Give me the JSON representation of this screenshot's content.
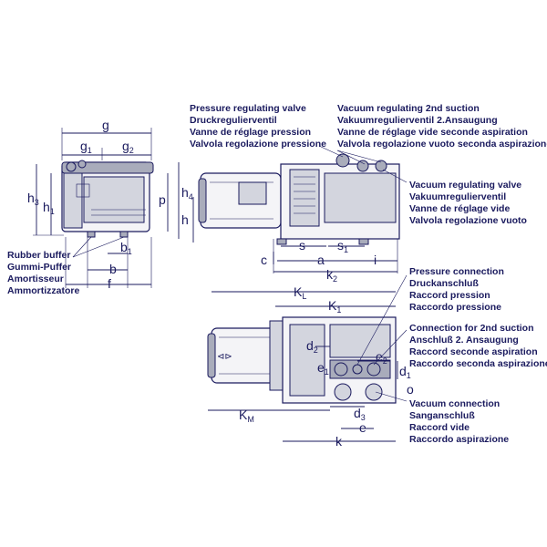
{
  "labels": {
    "pressure_valve": [
      "Pressure regulating valve",
      "Druckregulierventil",
      "Vanne de réglage pression",
      "Valvola regolazione pressione"
    ],
    "vacuum_2nd": [
      "Vacuum regulating 2nd suction",
      "Vakuumregulierventil 2.Ansaugung",
      "Vanne de réglage vide seconde aspiration",
      "Valvola regolazione vuoto seconda aspirazione"
    ],
    "vacuum_valve": [
      "Vacuum regulating valve",
      "Vakuumregulierventil",
      "Vanne de réglage vide",
      "Valvola regolazione vuoto"
    ],
    "rubber_buffer": [
      "Rubber buffer",
      "Gummi-Puffer",
      "Amortisseur",
      "Ammortizzatore"
    ],
    "pressure_conn": [
      "Pressure connection",
      "Druckanschluß",
      "Raccord pression",
      "Raccordo pressione"
    ],
    "conn_2nd": [
      "Connection for 2nd suction",
      "Anschluß 2. Ansaugung",
      "Raccord seconde aspiration",
      "Raccordo seconda aspirazione"
    ],
    "vacuum_conn": [
      "Vacuum connection",
      "Sanganschluß",
      "Raccord vide",
      "Raccordo aspirazione"
    ]
  },
  "dims": {
    "g": "g",
    "g1": "g",
    "g1_sub": "1",
    "g2": "g",
    "g2_sub": "2",
    "h3": "h",
    "h3_sub": "3",
    "h1": "h",
    "h1_sub": "1",
    "p": "p",
    "h4": "h",
    "h4_sub": "4",
    "b1": "b",
    "b1_sub": "1",
    "b": "b",
    "f": "f",
    "h": "h",
    "c": "c",
    "s": "s",
    "s1": "s",
    "s1_sub": "1",
    "a": "a",
    "i": "i",
    "k2": "k",
    "k2_sub": "2",
    "KL": "K",
    "KL_sub": "L",
    "K1": "K",
    "K1_sub": "1",
    "KM": "K",
    "KM_sub": "M",
    "d2": "d",
    "d2_sub": "2",
    "e1": "e",
    "e1_sub": "1",
    "e2": "e",
    "e2_sub": "2",
    "d1": "d",
    "d1_sub": "1",
    "o": "o",
    "d3": "d",
    "d3_sub": "3",
    "e": "e",
    "k": "k"
  }
}
